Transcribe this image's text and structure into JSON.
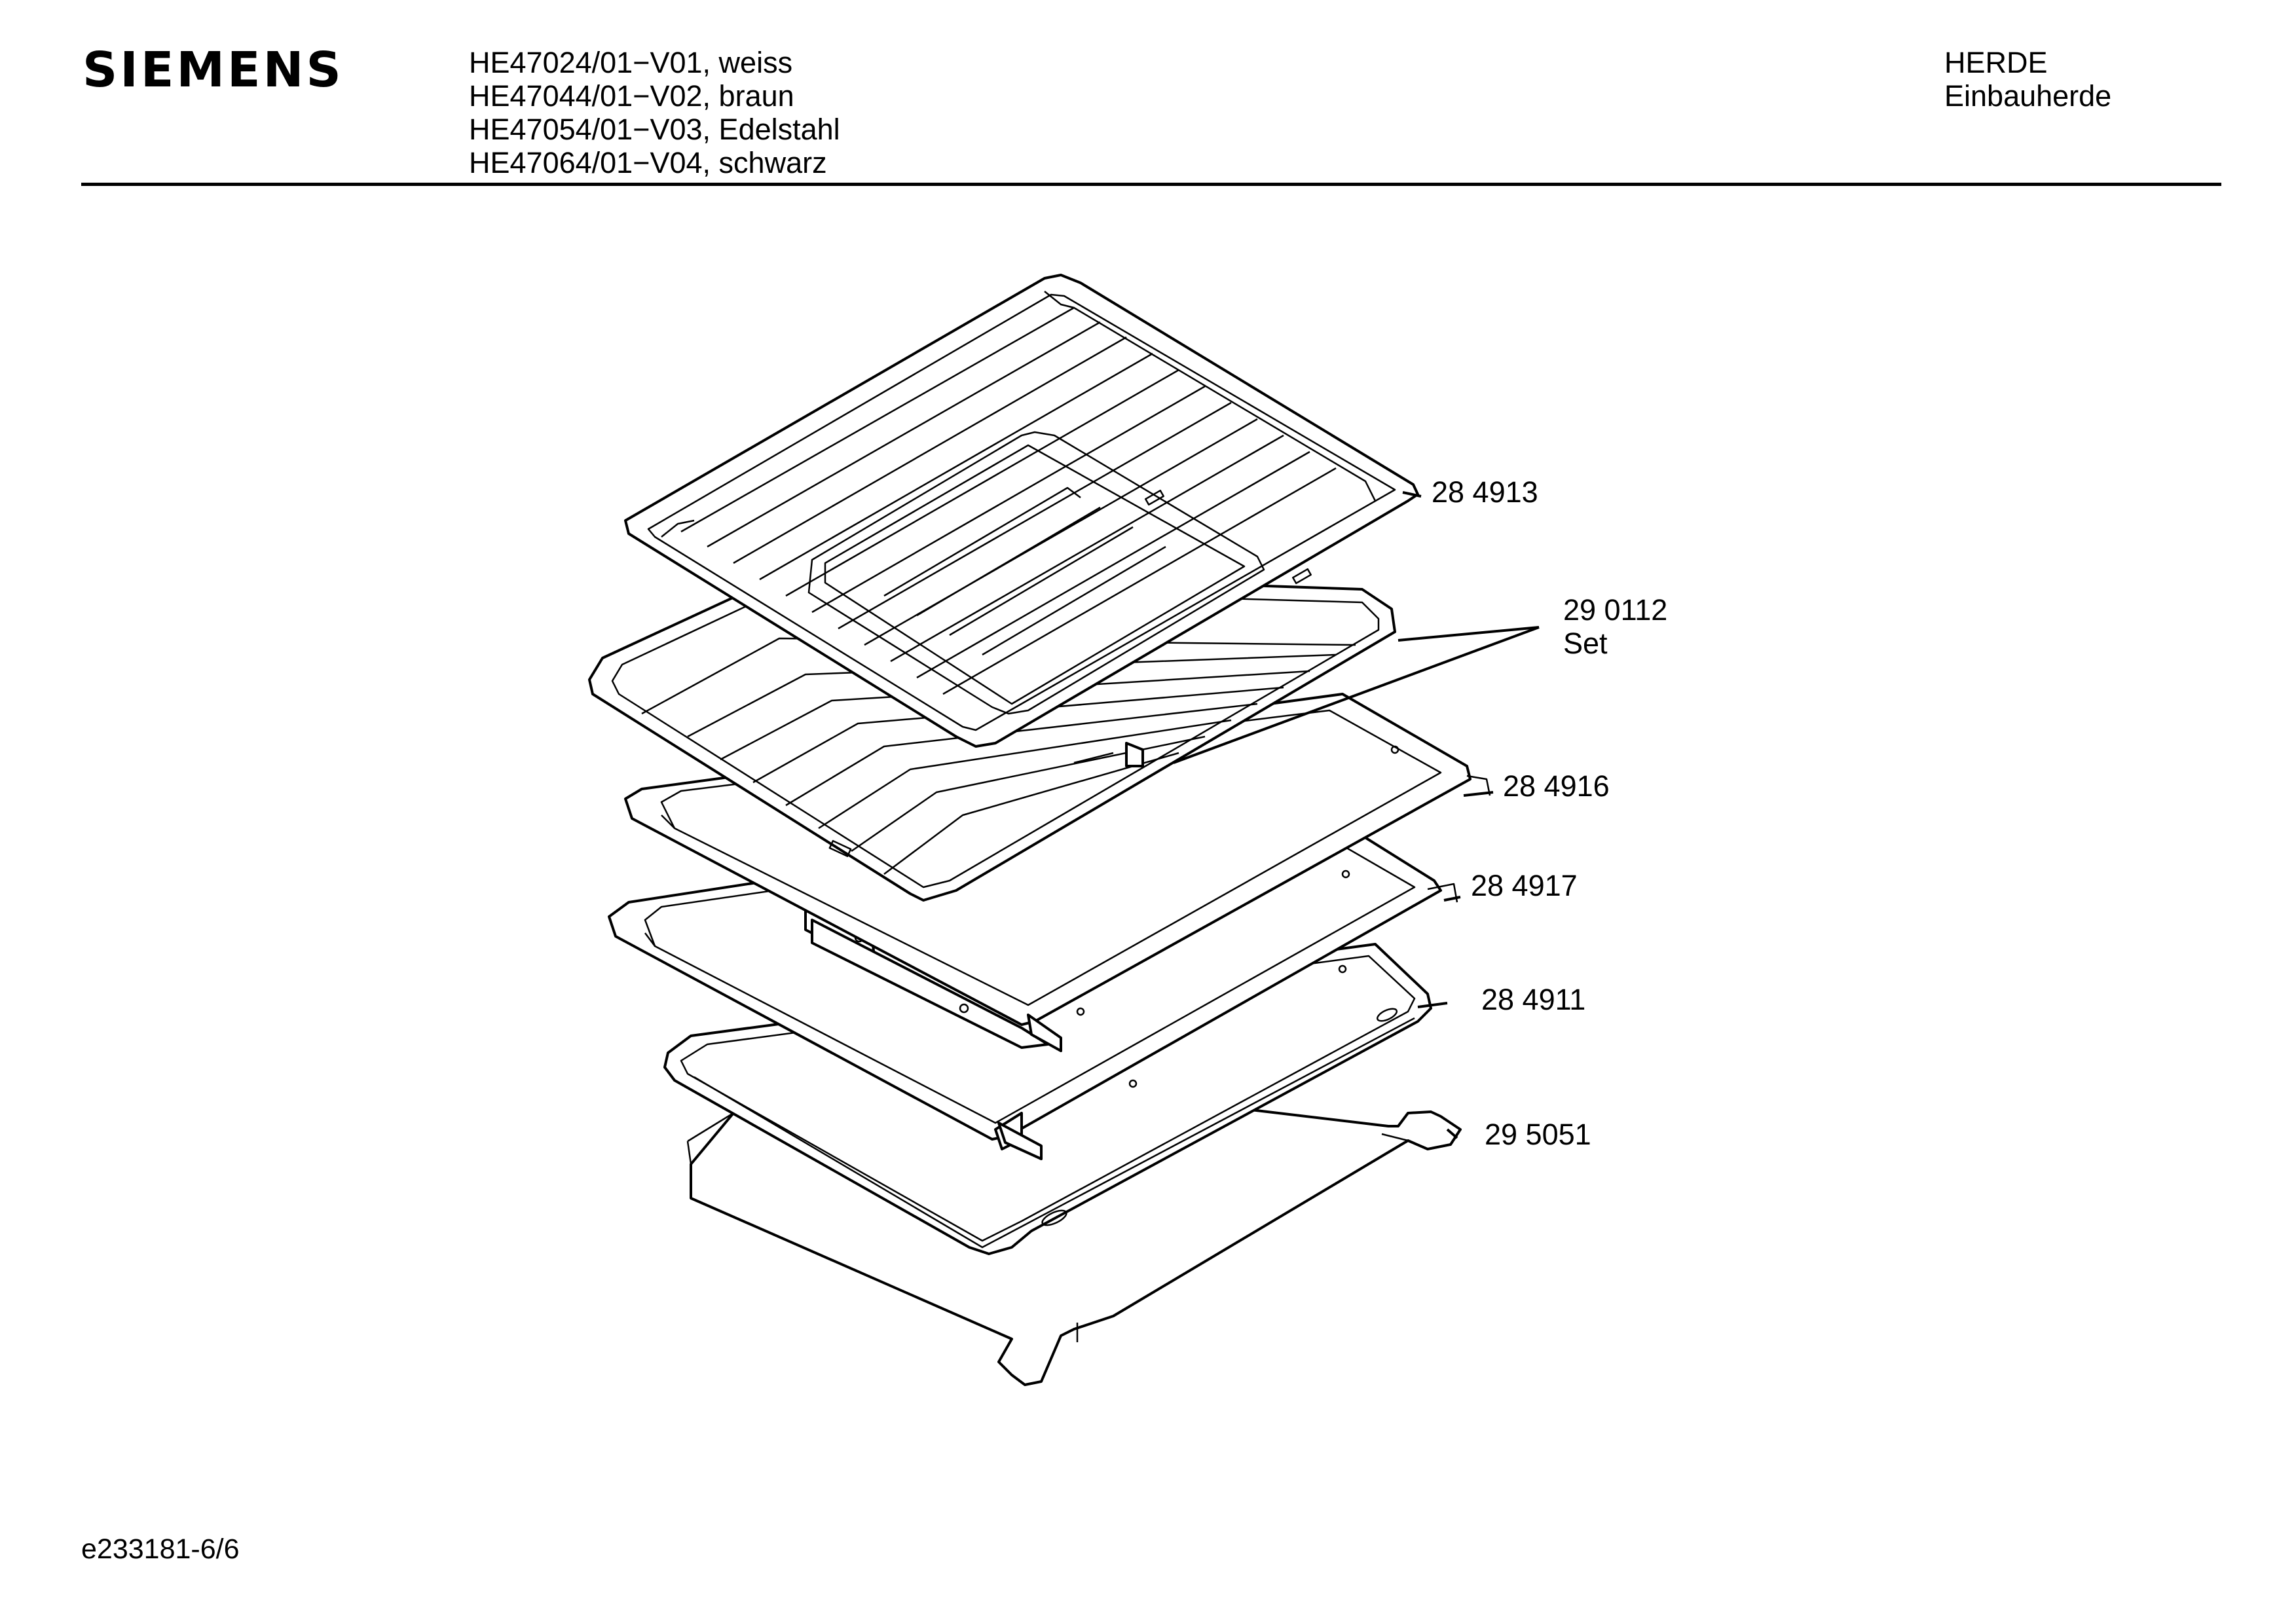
{
  "header": {
    "brand": "SIEMENS",
    "models": [
      "HE47024/01−V01, weiss",
      "HE47044/01−V02, braun",
      "HE47054/01−V03, Edelstahl",
      "HE47064/01−V04, schwarz"
    ],
    "category": "HERDE",
    "subcategory": "Einbauherde"
  },
  "parts": [
    {
      "number": "28 4913"
    },
    {
      "number": "29 0112",
      "note": "Set"
    },
    {
      "number": "28 4916"
    },
    {
      "number": "28 4917"
    },
    {
      "number": "28 4911"
    },
    {
      "number": "29 5051"
    }
  ],
  "footer": {
    "code": "e233181-6/6"
  }
}
